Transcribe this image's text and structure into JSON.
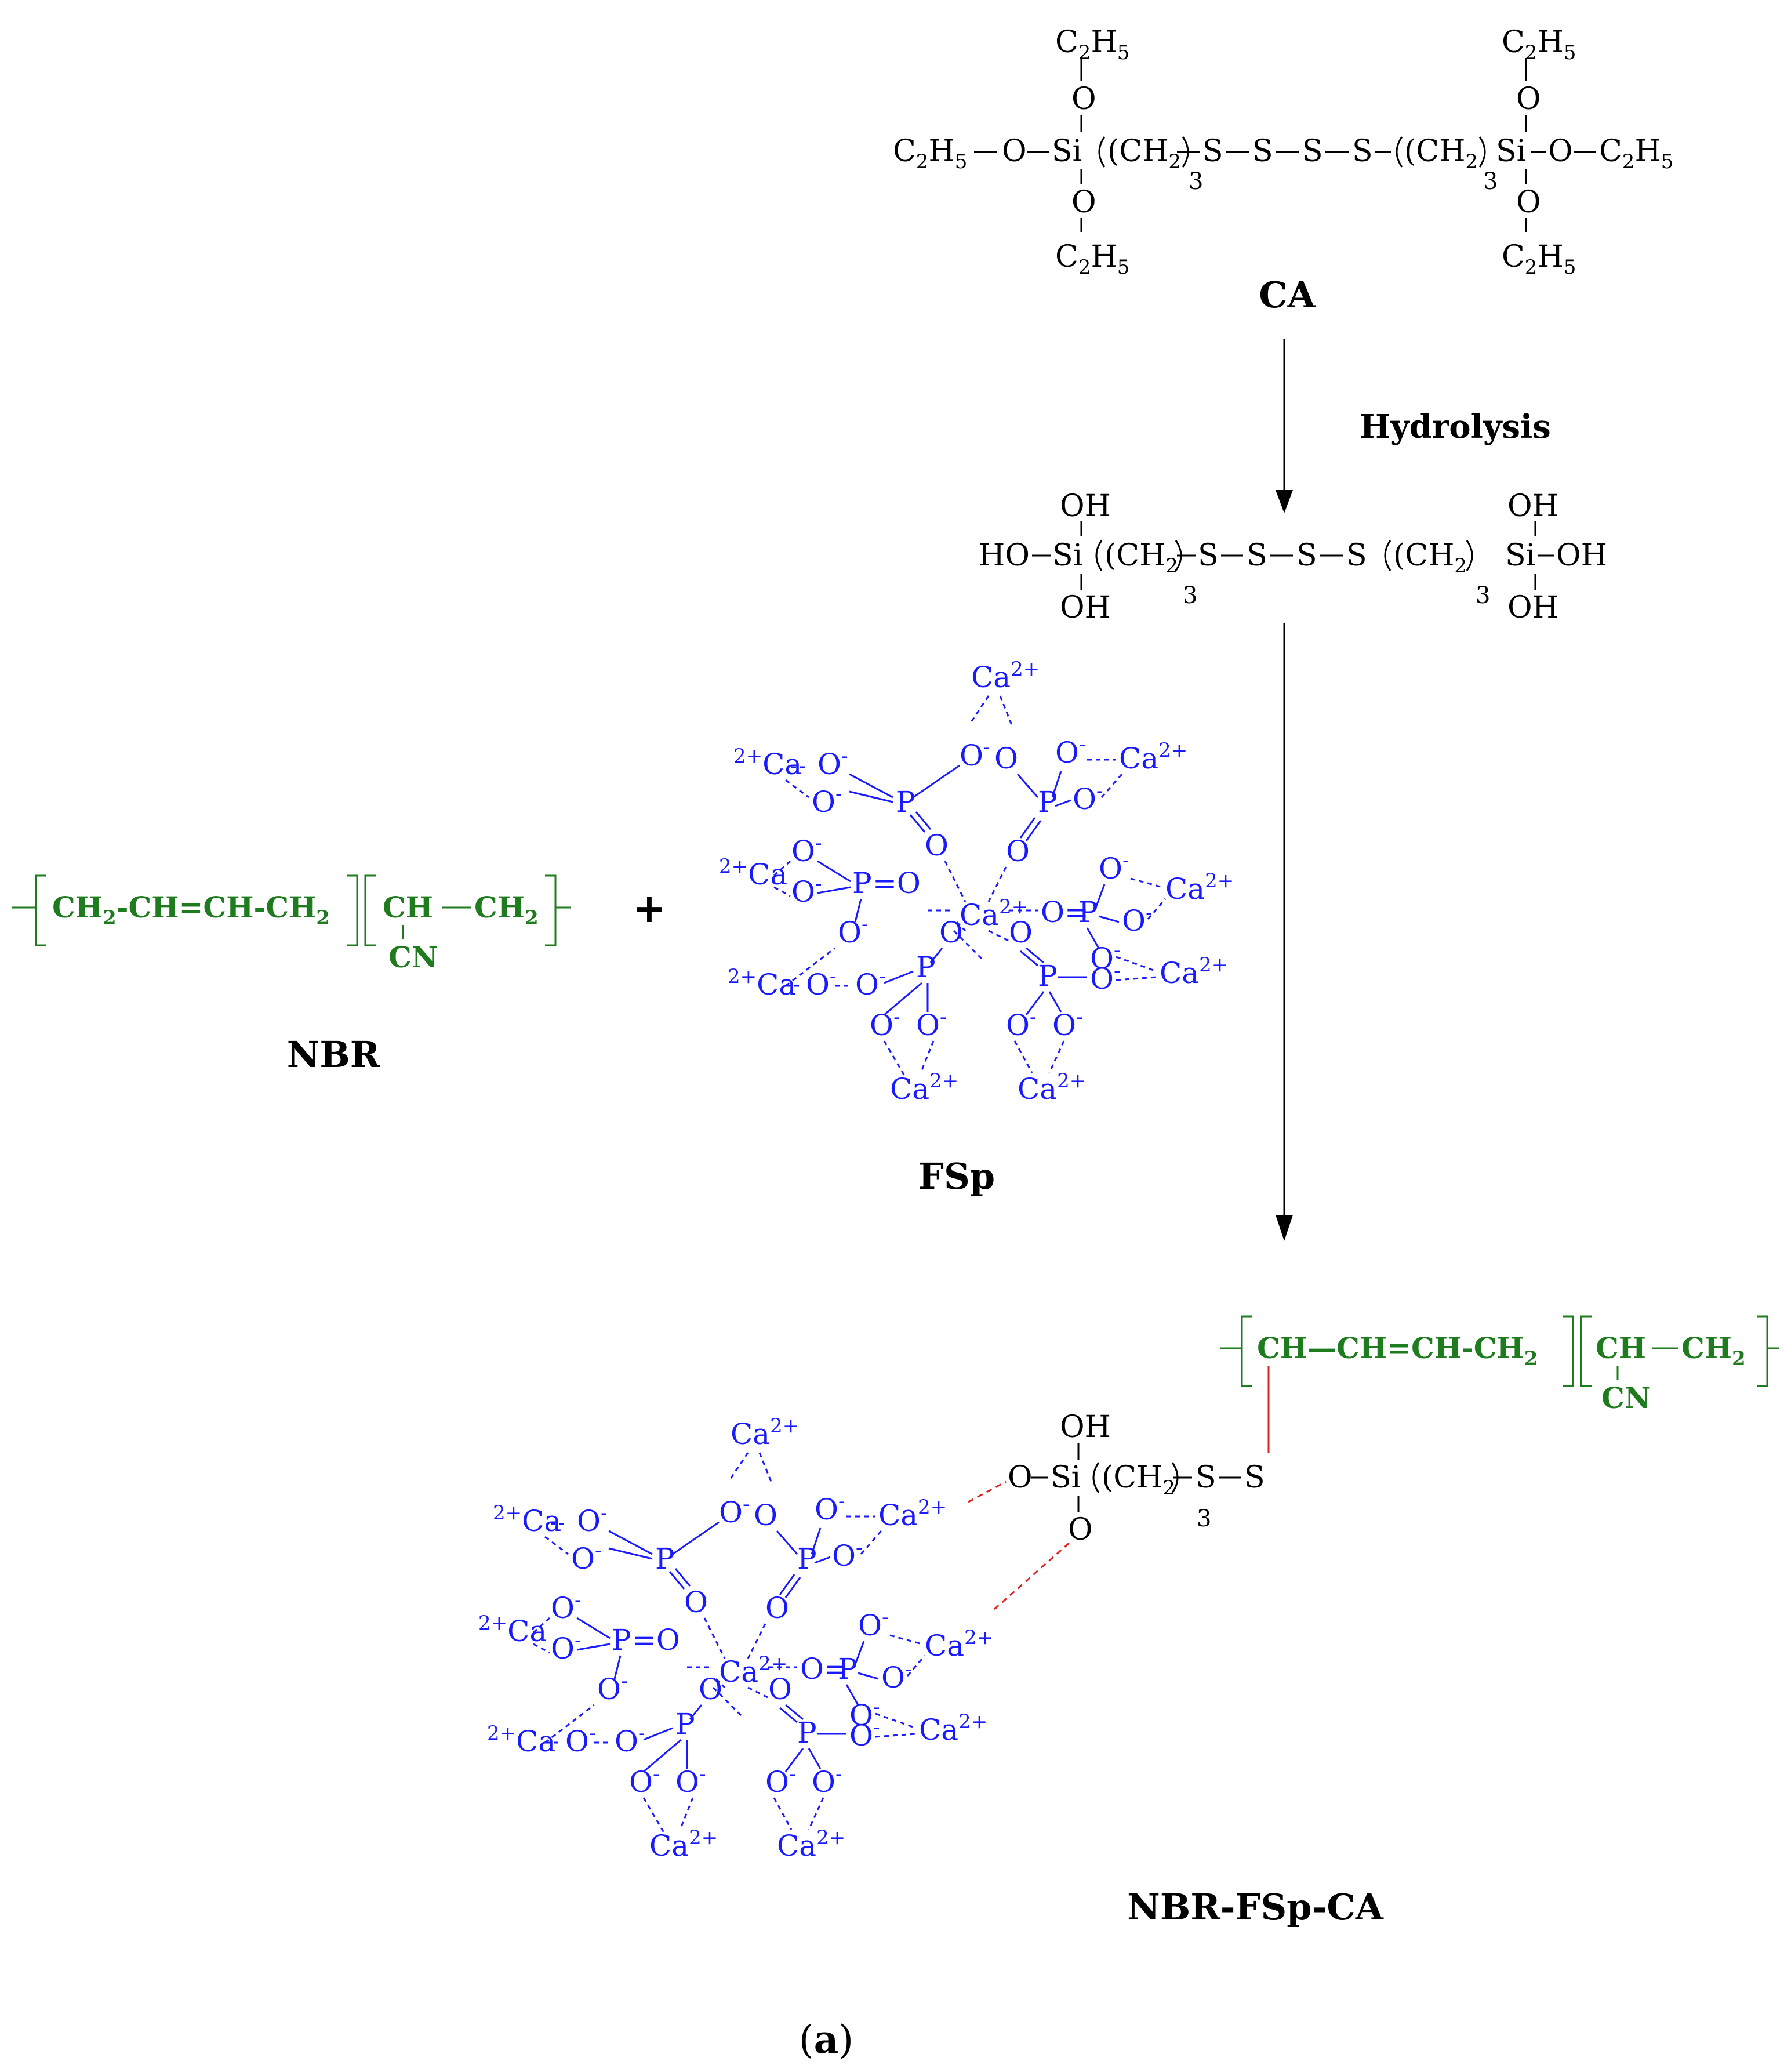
{
  "colors": {
    "black": "#000000",
    "green": "#1e7b1e",
    "blue": "#1a1aff",
    "red": "#e02020"
  },
  "labels": {
    "ca": "CA",
    "hydrolysis": "Hydrolysis",
    "nbr": "NBR",
    "fsp": "FSp",
    "product": "NBR-FSp-CA",
    "panel": "(a)",
    "plus": "+"
  },
  "ca_molecule": {
    "left_end": "C2H5",
    "o": "O",
    "si": "Si",
    "ch2": "CH2",
    "sub3": "3",
    "s": "S",
    "ethyl": "C2H5"
  },
  "hydrolyzed": {
    "ho": "HO",
    "oh": "OH",
    "si": "Si",
    "s": "S"
  },
  "nbr_chain": {
    "ch2": "CH2",
    "ch": "CH",
    "cn": "CN",
    "eq": "="
  },
  "fsp_cluster": {
    "ca": "Ca",
    "charge": "2+",
    "p": "P",
    "o": "O",
    "neg": "-"
  }
}
